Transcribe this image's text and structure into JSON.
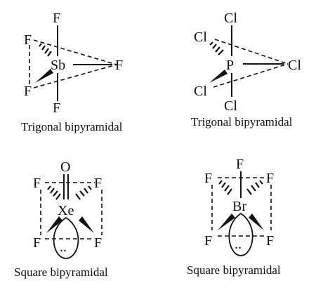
{
  "molecules": [
    {
      "id": "sbf5",
      "center": "Sb",
      "caption": "Trigonal bipyramidal",
      "atoms": {
        "top": "F",
        "bottom": "F",
        "upper_left": "F",
        "lower_left": "F",
        "right": "F"
      }
    },
    {
      "id": "pcl5",
      "center": "P",
      "caption": "Trigonal bipyramidal",
      "atoms": {
        "top": "Cl",
        "bottom": "Cl",
        "upper_left": "Cl",
        "lower_left": "Cl",
        "right": "Cl"
      }
    },
    {
      "id": "xeof4",
      "center": "Xe",
      "caption": "Square bipyramidal",
      "atoms": {
        "top": "O",
        "upper_left": "F",
        "upper_right": "F",
        "lower_left": "F",
        "lower_right": "F"
      },
      "lone_pair": ".."
    },
    {
      "id": "brf5",
      "center": "Br",
      "caption": "Square bipyramidal",
      "atoms": {
        "top": "F",
        "upper_left": "F",
        "upper_right": "F",
        "lower_left": "F",
        "lower_right": "F"
      },
      "lone_pair": ".."
    }
  ]
}
